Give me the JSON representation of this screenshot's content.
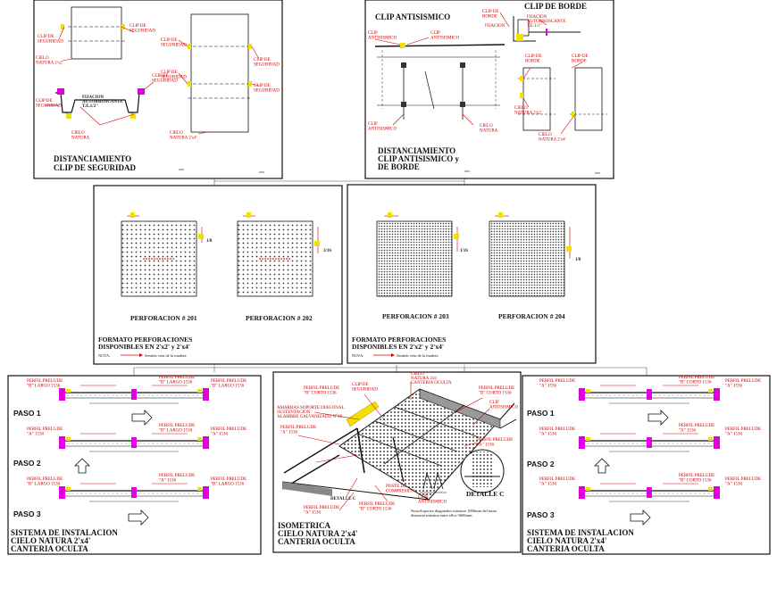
{
  "panels": {
    "p1": {
      "title1": "DISTANCIAMIENTO",
      "title2": "CLIP DE SEGURIDAD",
      "labels": {
        "clip_seg_a": "CLIP DE\nSEGURIDAD",
        "clip_seg_b": "CLIP DE\nSEGURIDAD",
        "cielo_natura": "CIELO\nNATURA 2'x2'",
        "clip_seg_c": "CLIP DE\nSEGURIDAD",
        "clip_seg_d": "CLIP DE\nSEGURIDAD",
        "clip_seg_e": "CLIP DE\nSEGURIDAD",
        "clip_seg_f": "CLIP DE\nSEGURIDAD",
        "fijacion": "FIJACION\nAUTORROSCANTE\nT.E.1/2\"",
        "clip_seg_g": "CLIP DE\nSEGURIDAD",
        "clip_seg_h": "CLIP DE\nSEGURIDAD",
        "cielo_natura_b": "CIELO\nNATURA",
        "cielo_natura_c": "CIELO\nNATURA 2'x4'"
      }
    },
    "p2": {
      "title_top_left": "CLIP ANTISISMICO",
      "title_top_right": "CLIP DE BORDE",
      "title1": "DISTANCIAMIENTO",
      "title2": "CLIP ANTISISMICO y",
      "title3": "DE BORDE",
      "labels": {
        "clip_antisismico_a": "CLIP\nANTISISMICO",
        "clip_antisismico_b": "CLIP\nANTISISMICO",
        "clip_antisismico_c": "CLIP\nANTISISMICO",
        "cielo_natura": "CIELO\nNATURA",
        "clip_borde_a": "CLIP DE\nBORDE",
        "fijacion": "FIJACION\nAUTORROSCANTE\nT.E.1/2\"",
        "fijacion_b": "FIJACION",
        "clip_borde_b": "CLIP DE\nBORDE",
        "clip_borde_c": "CLIP DE\nBORDE",
        "cielo_natura_b": "CIELO\nNATURA 2'x2'",
        "cielo_natura_c": "CIELO\nNATURA 2'x4'"
      }
    },
    "p3": {
      "perf1": "PERFORACION # 201",
      "perf2": "PERFORACION # 202",
      "formato1": "FORMATO PERFORACIONES",
      "formato2": "DISPONIBLES EN 2'x2' y 2'x4'",
      "nota_label": "NOTA:",
      "nota_text": "Sentido veta de la madera"
    },
    "p4": {
      "perf1": "PERFORACION # 203",
      "perf2": "PERFORACION # 204",
      "formato1": "FORMATO PERFORACIONES",
      "formato2": "DISPONIBLES EN 2'x2' y 2'x4'",
      "nota_label": "NOTA:",
      "nota_text": "Sentido veta de la madera"
    },
    "p5": {
      "paso1": "PASO 1",
      "paso2": "PASO 2",
      "paso3": "PASO 3",
      "title1": "SISTEMA DE INSTALACION",
      "title2": "CIELO NATURA 2'x4'",
      "title3": "CANTERIA OCULTA",
      "labels": {
        "a1": "PERFIL PRELUDE\n\"B\" LARGO 1536",
        "a2": "PERFIL PRELUDE\n\"B\" LARGO 1536",
        "a3": "PERFIL PRELUDE\n\"B\" LARGO 1536",
        "a4": "PERFIL PRELUDE\n\"A\" 1536",
        "a5": "PERFIL PRELUDE\n\"B\" LARGO 1536",
        "a6": "PERFIL PRELUDE\n\"A\" 1536",
        "a7": "PERFIL PRELUDE\n\"B\" LARGO 1536",
        "a8": "PERFIL PRELUDE\n\"A\" 1536",
        "a9": "PERFIL PRELUDE\n\"B\" LARGO 1536"
      }
    },
    "p6": {
      "title1": "ISOMETRICA",
      "title2": "CIELO NATURA 2'x4'",
      "title3": "CANTERIA OCULTA",
      "detalle_c": "DETALLE C",
      "detalle": "DETALLE C",
      "nota": "Nota:Soportes diagonales máximo 1800mm del muro\ndistancia máxima entre ellos 3600mm",
      "labels": {
        "clip_seg": "CLIP DE\nSEGURIDAD",
        "cielo_natura": "CIELO\nNATURA 2x4\nCANTERIA OCULTA",
        "perfil_b_corto": "PERFIL PRELUDE\n\"B\" CORTO 1536",
        "perfil_b_corto2": "PERFIL PRELUDE\n\"B\" CORTO 1536",
        "clip_antisismico": "CLIP\nANTISISMICO",
        "amarras": "AMARRAS SOPORTE DIAGONAL\nSUSTENTACION\nALAMBRE GALVANIZADO N°16",
        "perfil_a": "PERFIL PRELUDE\n\"A\" 1536",
        "perfil_a2": "PERFIL PRELUDE\n\"A\" 1536",
        "perfil_a3": "PERFIL PRELUDE\n\"A\" 1536",
        "poste": "POSTE DE\nCOMPRESION",
        "clip_antisismico2": "CLIP\nANTISISMICO",
        "perfil_b_corto3": "PERFIL PRELUDE\n\"B\" CORTO 1536"
      }
    },
    "p7": {
      "paso1": "PASO 1",
      "paso2": "PASO 2",
      "paso3": "PASO 3",
      "title1": "SISTEMA DE INSTALACION",
      "title2": "CIELO NATURA 2'x4'",
      "title3": "CANTERIA OCULTA",
      "labels": {
        "a1": "PERFIL PRELUDE\n\"A\" 1536",
        "a2": "PERFIL PRELUDE\n\"B\" CORTO 1536",
        "a3": "PERFIL PRELUDE\n\"A\" 1536",
        "a4": "PERFIL PRELUDE\n\"A\" 1536",
        "a5": "PERFIL PRELUDE\n\"A\" 1536",
        "a6": "PERFIL PRELUDE\n\"A\" 1536",
        "a7": "PERFIL PRELUDE\n\"A\" 1536",
        "a8": "PERFIL PRELUDE\n\"B\" CORTO 1536",
        "a9": "PERFIL PRELUDE\n\"A\" 1536"
      }
    }
  },
  "colors": {
    "red": "#d40000",
    "magenta": "#e000e0",
    "yellow": "#f2e000",
    "black": "#111111"
  }
}
